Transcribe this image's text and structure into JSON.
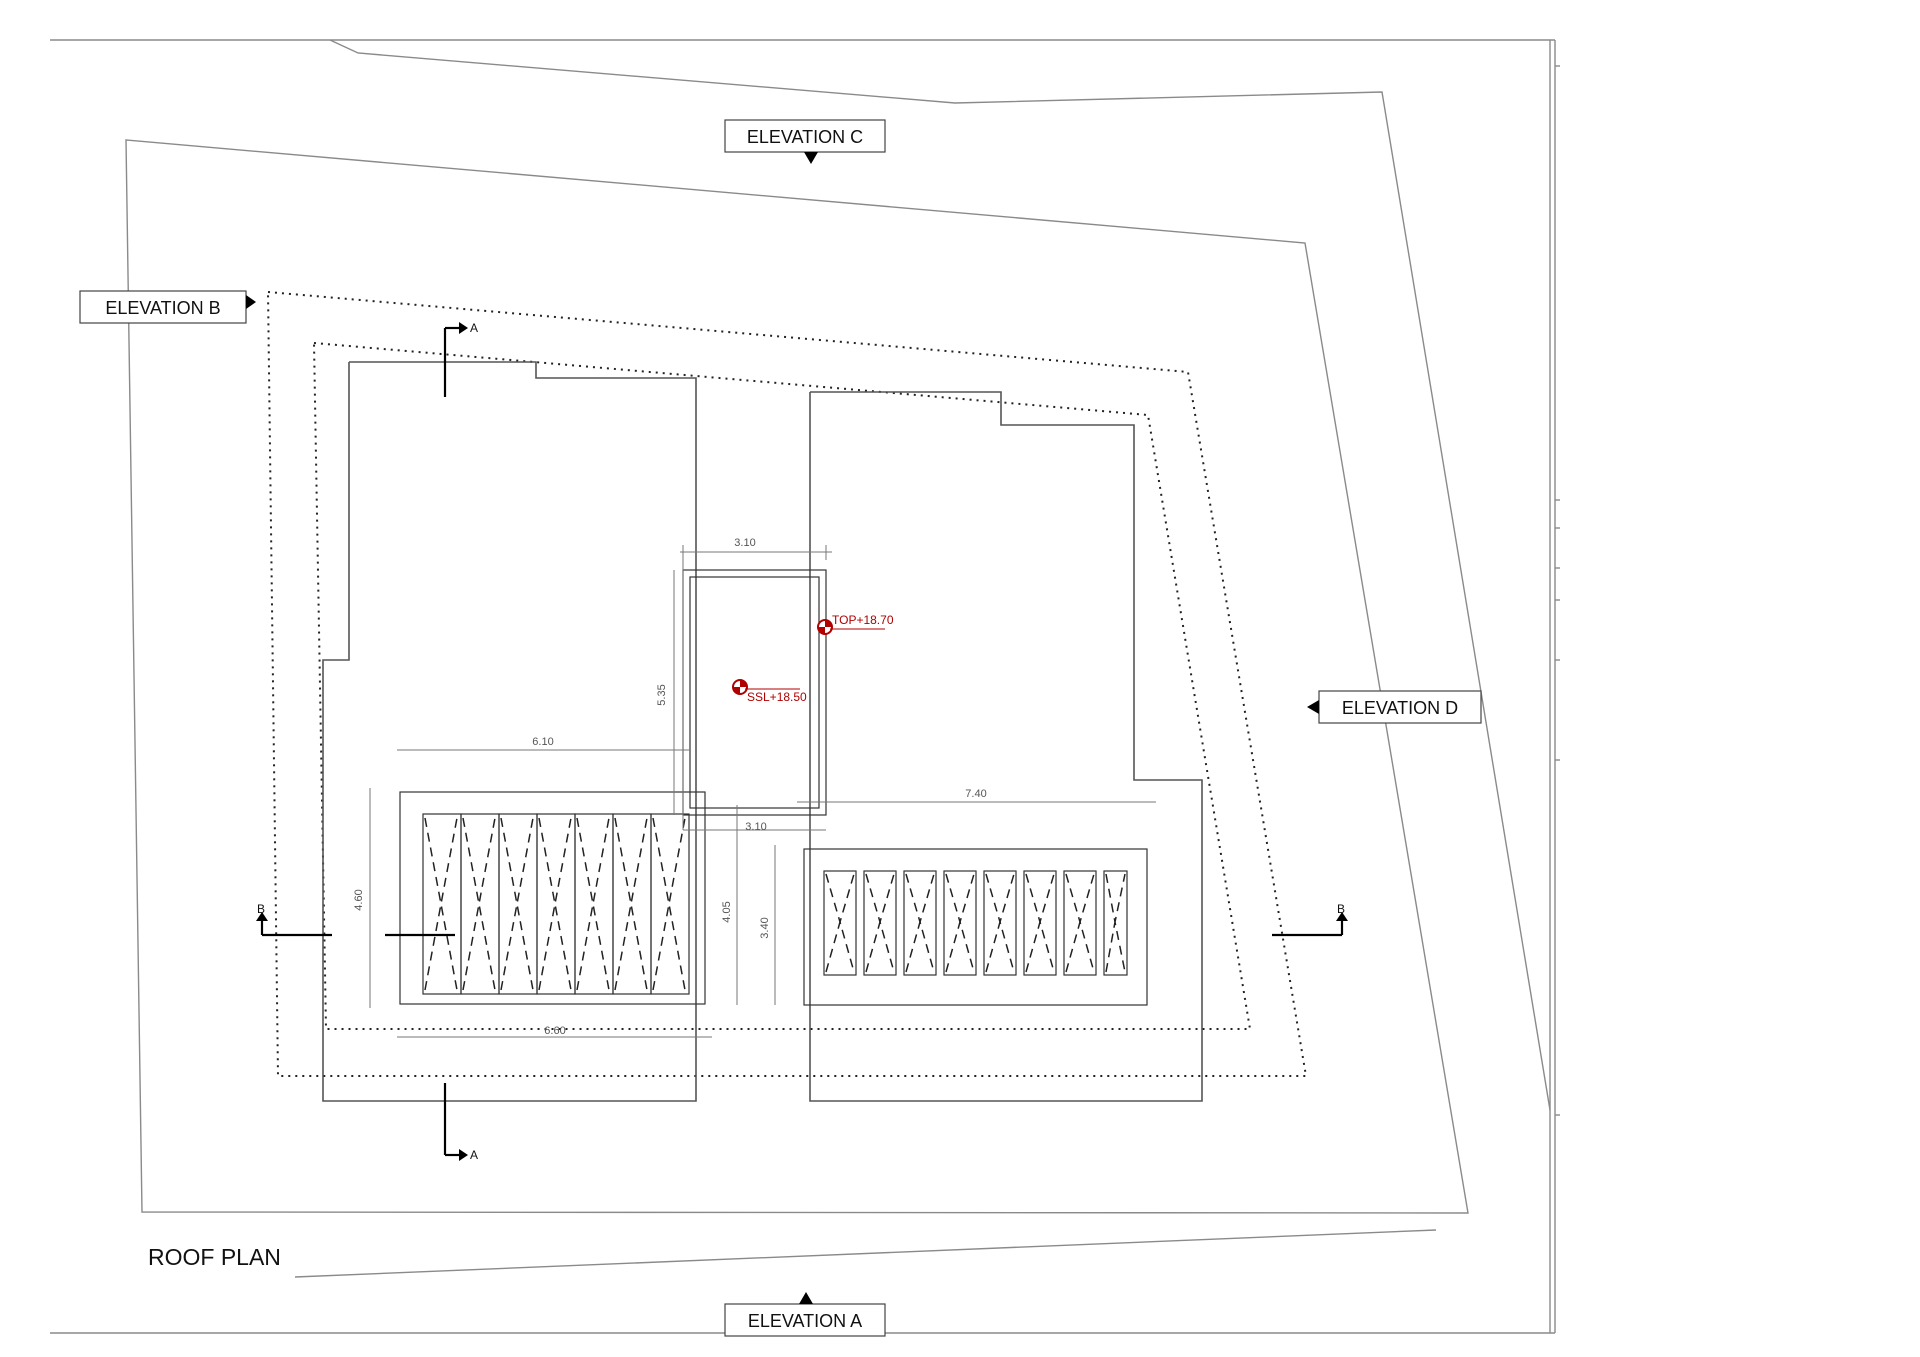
{
  "title": "ROOF PLAN",
  "elevations": {
    "a": "ELEVATION A",
    "b": "ELEVATION B",
    "c": "ELEVATION C",
    "d": "ELEVATION D"
  },
  "sections": {
    "a_top": "A",
    "a_bottom": "A",
    "b_left": "B",
    "b_right": "B"
  },
  "levels": {
    "top": "TOP+18.70",
    "ssl": "SSL+18.50"
  },
  "dimensions": {
    "stair_width_top": "3.10",
    "stair_width_bottom": "3.10",
    "stair_depth": "5.35",
    "left_width": "6.10",
    "left_bottom_width": "6.60",
    "left_depth": "4.60",
    "middle_depth": "4.05",
    "right_width": "7.40",
    "right_depth": "3.40"
  },
  "colors": {
    "level_marker": "#b00000",
    "lines": "#8a8a8a"
  }
}
